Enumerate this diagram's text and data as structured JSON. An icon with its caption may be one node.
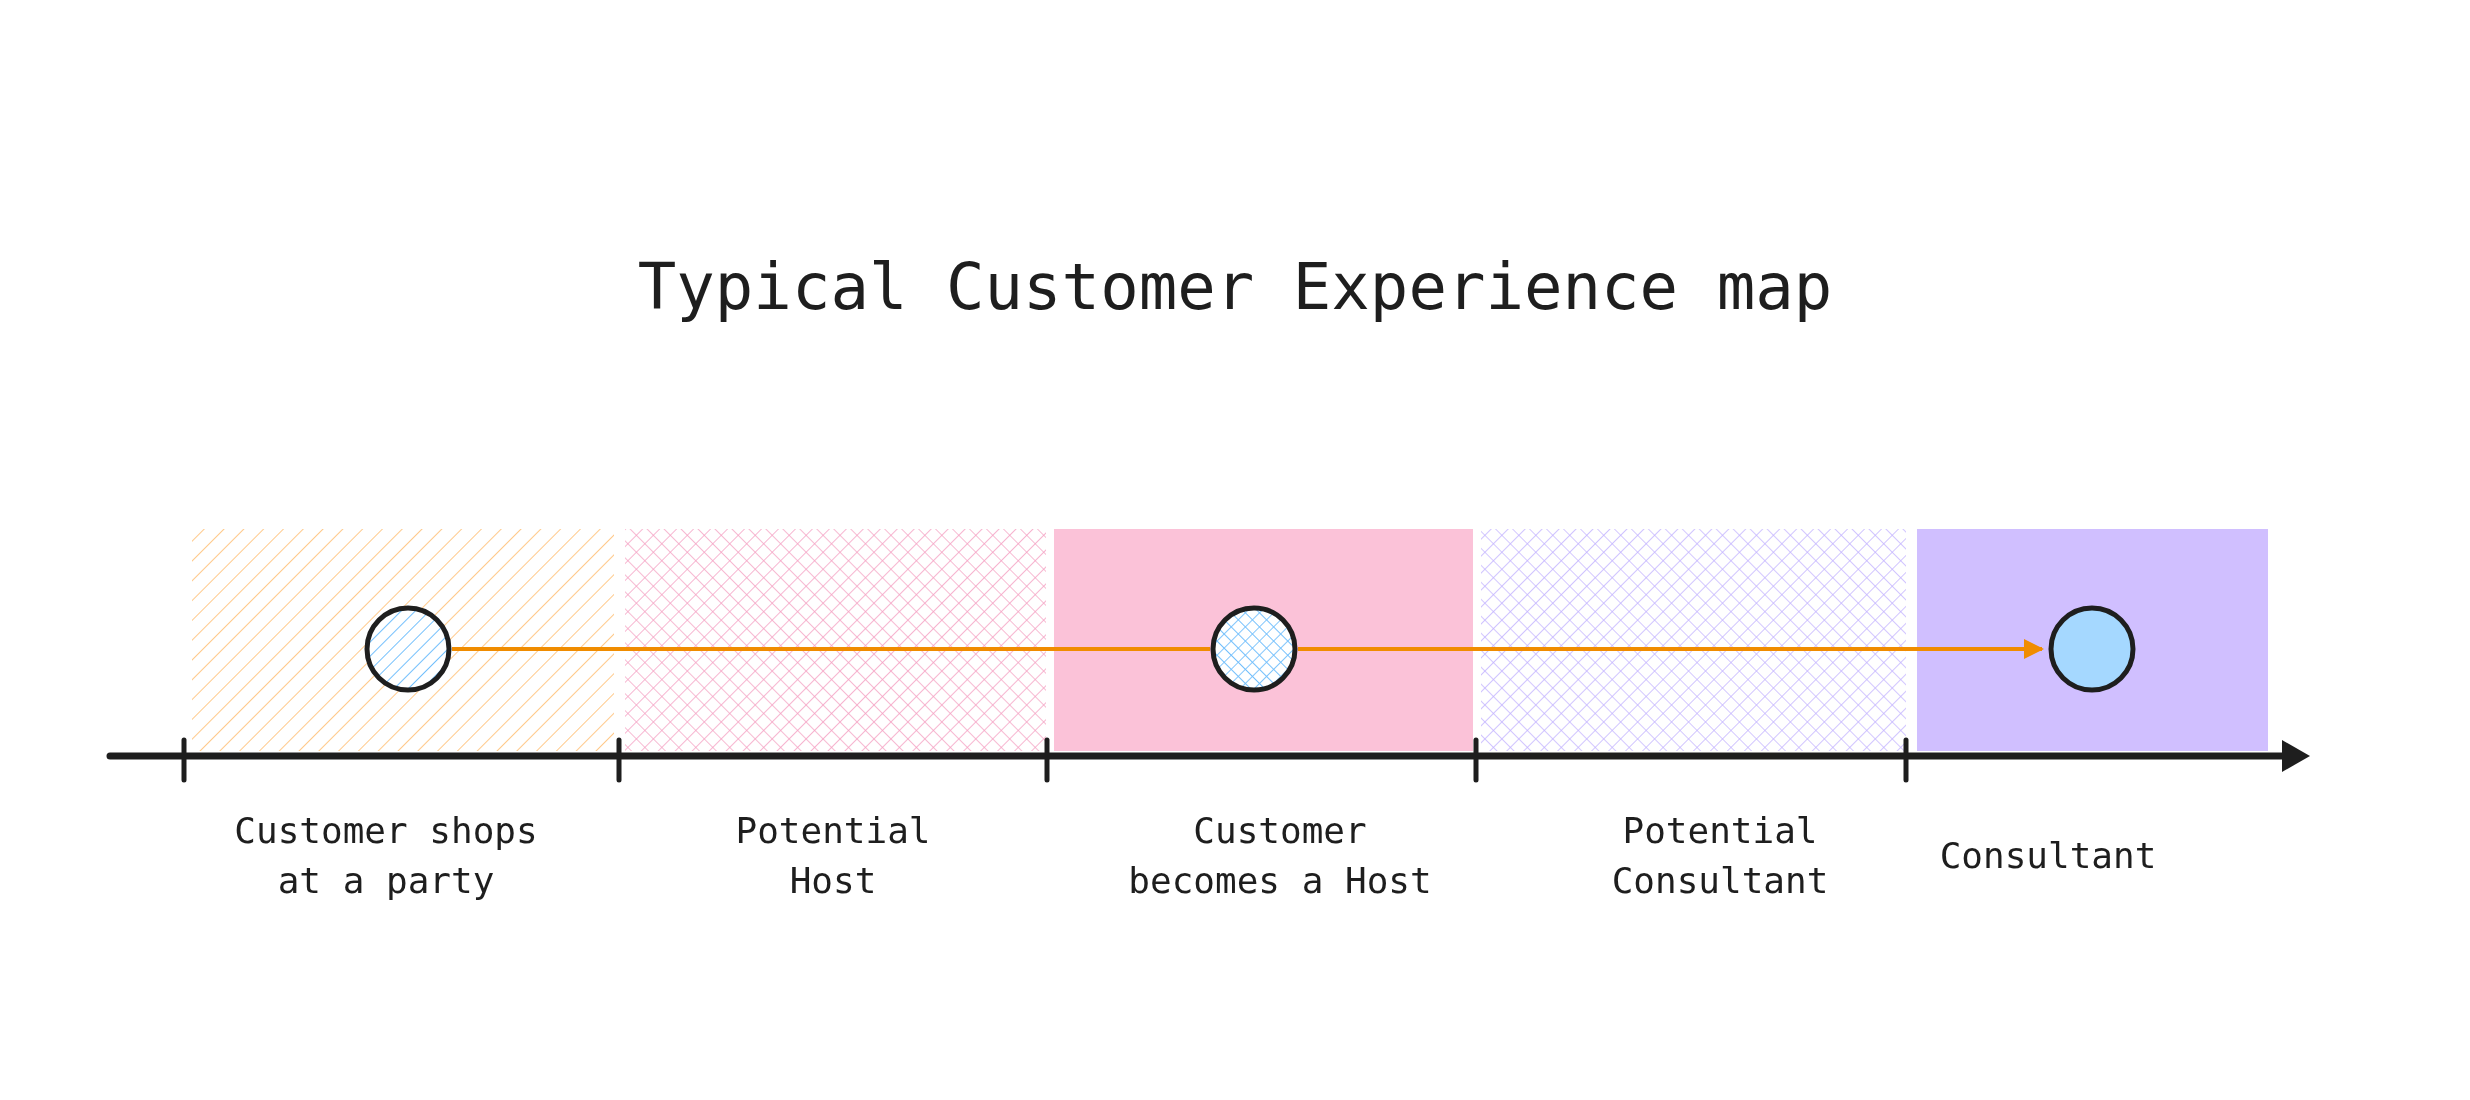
{
  "diagram": {
    "title": "Typical Customer Experience map",
    "nodes": [
      {
        "text": [],
        "shape": "circle"
      },
      {
        "text": [],
        "shape": "circle"
      },
      {
        "text": [],
        "shape": "circle"
      }
    ],
    "edges": [
      {
        "from": 0,
        "to": 1,
        "arrow": "none",
        "color": "#f08c00"
      },
      {
        "from": 1,
        "to": 2,
        "arrow": "to",
        "color": "#f08c00"
      }
    ],
    "labels": [
      "Customer shops at a party",
      "Potential Host",
      "Customer becomes a Host",
      "Potential Consultant",
      "Consultant"
    ]
  }
}
